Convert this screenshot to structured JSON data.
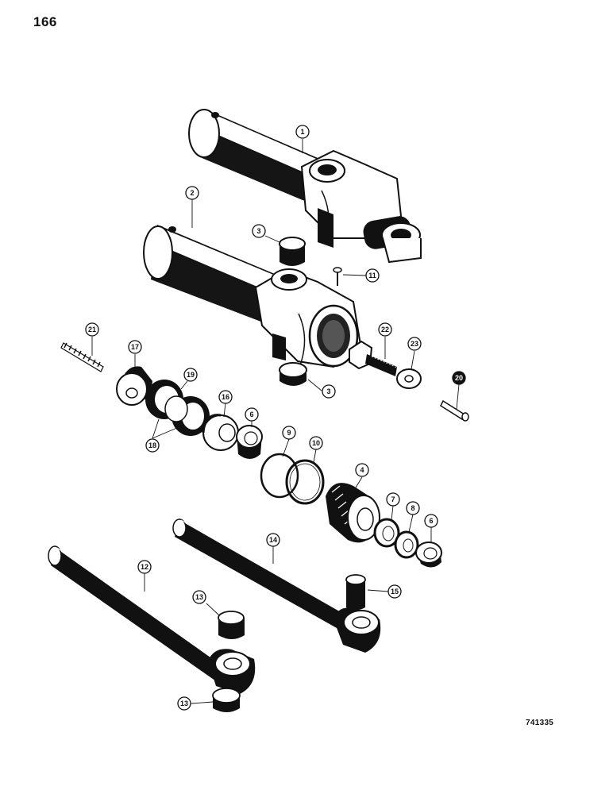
{
  "page": {
    "number": "166",
    "figure_code": "741335"
  },
  "callouts": [
    {
      "id": "c1",
      "label": "1"
    },
    {
      "id": "c2",
      "label": "2"
    },
    {
      "id": "c3a",
      "label": "3"
    },
    {
      "id": "c3b",
      "label": "3"
    },
    {
      "id": "c11",
      "label": "11"
    },
    {
      "id": "c21",
      "label": "21"
    },
    {
      "id": "c17",
      "label": "17"
    },
    {
      "id": "c19",
      "label": "19"
    },
    {
      "id": "c22",
      "label": "22"
    },
    {
      "id": "c23",
      "label": "23"
    },
    {
      "id": "c20",
      "label": "20"
    },
    {
      "id": "c16",
      "label": "16"
    },
    {
      "id": "c6a",
      "label": "6"
    },
    {
      "id": "c18",
      "label": "18"
    },
    {
      "id": "c9",
      "label": "9"
    },
    {
      "id": "c10",
      "label": "10"
    },
    {
      "id": "c4",
      "label": "4"
    },
    {
      "id": "c7",
      "label": "7"
    },
    {
      "id": "c8",
      "label": "8"
    },
    {
      "id": "c6b",
      "label": "6"
    },
    {
      "id": "c14",
      "label": "14"
    },
    {
      "id": "c12",
      "label": "12"
    },
    {
      "id": "c15",
      "label": "15"
    },
    {
      "id": "c13a",
      "label": "13"
    },
    {
      "id": "c13b",
      "label": "13"
    }
  ]
}
